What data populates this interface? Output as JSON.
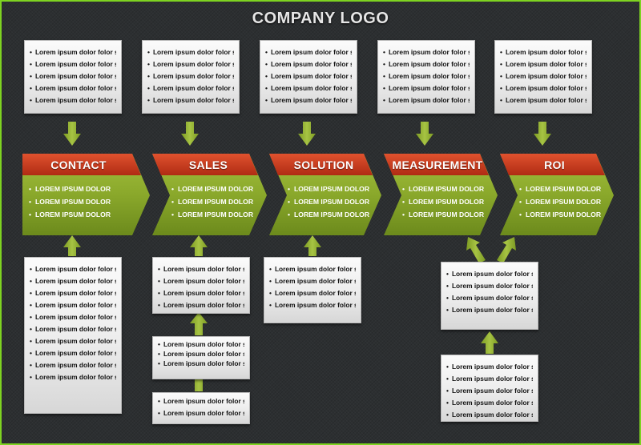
{
  "title": "COMPANY LOGO",
  "colors": {
    "frame": "#7ed321",
    "background": "#2c2f31",
    "stage_red": "#c8341c",
    "stage_green": "#8fae2e",
    "arrow": "#8fae2e"
  },
  "top_boxes": [
    {
      "items": [
        "Lorem ipsum dolor folor sit",
        "Lorem ipsum dolor folor sit",
        "Lorem ipsum dolor folor sit",
        "Lorem ipsum dolor folor sit",
        "Lorem ipsum dolor folor sit"
      ]
    },
    {
      "items": [
        "Lorem ipsum dolor folor sit",
        "Lorem ipsum dolor folor sit",
        "Lorem ipsum dolor folor sit",
        "Lorem ipsum dolor folor sit",
        "Lorem ipsum dolor folor sit"
      ]
    },
    {
      "items": [
        "Lorem ipsum dolor folor sit",
        "Lorem ipsum dolor folor sit",
        "Lorem ipsum dolor folor sit",
        "Lorem ipsum dolor folor sit",
        "Lorem ipsum dolor folor sit"
      ]
    },
    {
      "items": [
        "Lorem ipsum dolor folor sit",
        "Lorem ipsum dolor folor sit",
        "Lorem ipsum dolor folor sit",
        "Lorem ipsum dolor folor sit",
        "Lorem ipsum dolor folor sit"
      ]
    },
    {
      "items": [
        "Lorem ipsum dolor folor sit",
        "Lorem ipsum dolor folor sit",
        "Lorem ipsum dolor folor sit",
        "Lorem ipsum dolor folor sit",
        "Lorem ipsum dolor folor sit"
      ]
    }
  ],
  "stages": [
    {
      "label": "CONTACT",
      "items": [
        "LOREM IPSUM DOLOR",
        "LOREM IPSUM DOLOR",
        "LOREM IPSUM DOLOR"
      ]
    },
    {
      "label": "SALES",
      "items": [
        "LOREM IPSUM DOLOR",
        "LOREM IPSUM DOLOR",
        "LOREM IPSUM DOLOR"
      ]
    },
    {
      "label": "SOLUTION",
      "items": [
        "LOREM IPSUM DOLOR",
        "LOREM IPSUM DOLOR",
        "LOREM IPSUM DOLOR"
      ]
    },
    {
      "label": "MEASUREMENT",
      "items": [
        "LOREM IPSUM DOLOR",
        "LOREM IPSUM DOLOR",
        "LOREM IPSUM DOLOR"
      ]
    },
    {
      "label": "ROI",
      "items": [
        "LOREM IPSUM DOLOR",
        "LOREM IPSUM DOLOR",
        "LOREM IPSUM DOLOR"
      ]
    }
  ],
  "bottom_boxes": {
    "contact": {
      "items": [
        "Lorem ipsum dolor folor sit",
        "Lorem ipsum dolor folor sit",
        "Lorem ipsum dolor folor sit",
        "Lorem ipsum dolor folor sit",
        "Lorem ipsum dolor folor sit",
        "Lorem ipsum dolor folor sit",
        "Lorem ipsum dolor folor sit",
        "Lorem ipsum dolor folor sit",
        "Lorem ipsum dolor folor sit",
        "Lorem ipsum dolor folor sit"
      ]
    },
    "sales_1": {
      "items": [
        "Lorem ipsum dolor folor sit",
        "Lorem ipsum dolor folor sit",
        "Lorem ipsum dolor folor sit",
        "Lorem ipsum dolor folor sit"
      ]
    },
    "sales_2": {
      "items": [
        "Lorem ipsum dolor folor sit",
        "Lorem ipsum dolor folor sit",
        "Lorem ipsum dolor folor sita"
      ]
    },
    "sales_3": {
      "items": [
        "Lorem ipsum dolor folor sit",
        "Lorem ipsum dolor folor sit"
      ]
    },
    "solution": {
      "items": [
        "Lorem ipsum dolor folor sit",
        "Lorem ipsum dolor folor sit",
        "Lorem ipsum dolor folor sit",
        "Lorem ipsum dolor folor sit"
      ]
    },
    "measurement_1": {
      "items": [
        "Lorem ipsum dolor folor sit",
        "Lorem ipsum dolor folor sit",
        "Lorem ipsum dolor folor sit",
        "Lorem ipsum dolor folor sit"
      ]
    },
    "measurement_2": {
      "items": [
        "Lorem ipsum dolor folor sit",
        "Lorem ipsum dolor folor sit",
        "Lorem ipsum dolor folor sit",
        "Lorem ipsum dolor folor sit",
        "Lorem ipsum dolor folor sit"
      ]
    }
  }
}
